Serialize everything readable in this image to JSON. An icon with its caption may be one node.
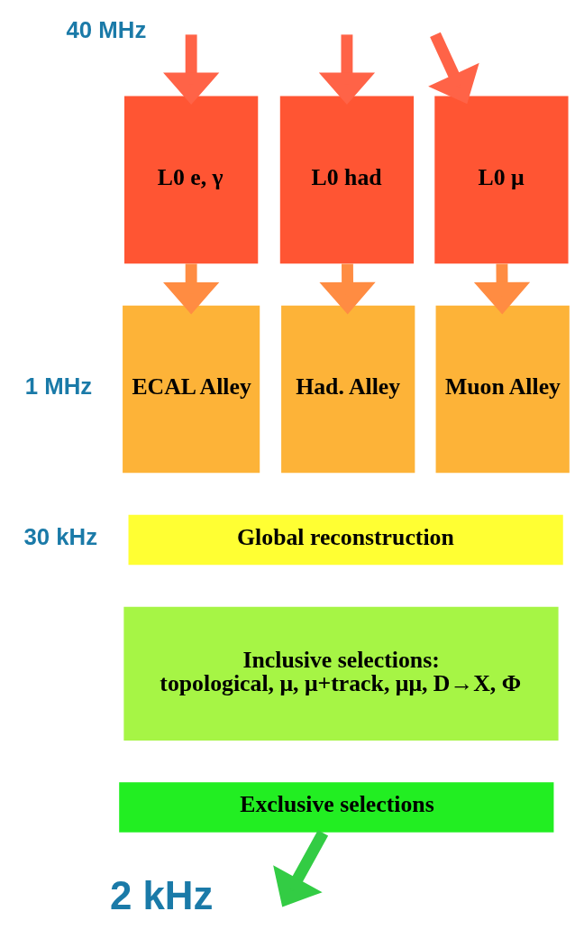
{
  "diagram": {
    "nodes": [
      {
        "text": [
          "L0 e, γ"
        ]
      },
      {
        "text": [
          "L0 had"
        ]
      },
      {
        "text": [
          "L0 μ"
        ]
      },
      {
        "text": [
          "ECAL Alley"
        ]
      },
      {
        "text": [
          "Had. Alley"
        ]
      },
      {
        "text": [
          "Muon Alley"
        ]
      },
      {
        "text": [
          "Global reconstruction"
        ]
      },
      {
        "text": [
          "Inclusive selections:",
          "topological, μ, μ+track, μμ, D→X, Φ"
        ]
      },
      {
        "text": [
          "Exclusive selections"
        ]
      }
    ],
    "edges": [
      {
        "from": null,
        "to": 0,
        "arrow": "to",
        "color": "#ff6347"
      },
      {
        "from": null,
        "to": 1,
        "arrow": "to",
        "color": "#ff6347"
      },
      {
        "from": null,
        "to": 2,
        "arrow": "to",
        "color": "#ff6347"
      },
      {
        "from": 0,
        "to": 3,
        "arrow": "to",
        "color": "#ff8c42"
      },
      {
        "from": 1,
        "to": 4,
        "arrow": "to",
        "color": "#ff8c42"
      },
      {
        "from": 2,
        "to": 5,
        "arrow": "to",
        "color": "#ff8c42"
      },
      {
        "from": 8,
        "to": null,
        "arrow": "to",
        "color": "#33cc44"
      }
    ],
    "labels": [
      "40 MHz",
      "1 MHz",
      "30 kHz",
      "2 kHz"
    ]
  }
}
